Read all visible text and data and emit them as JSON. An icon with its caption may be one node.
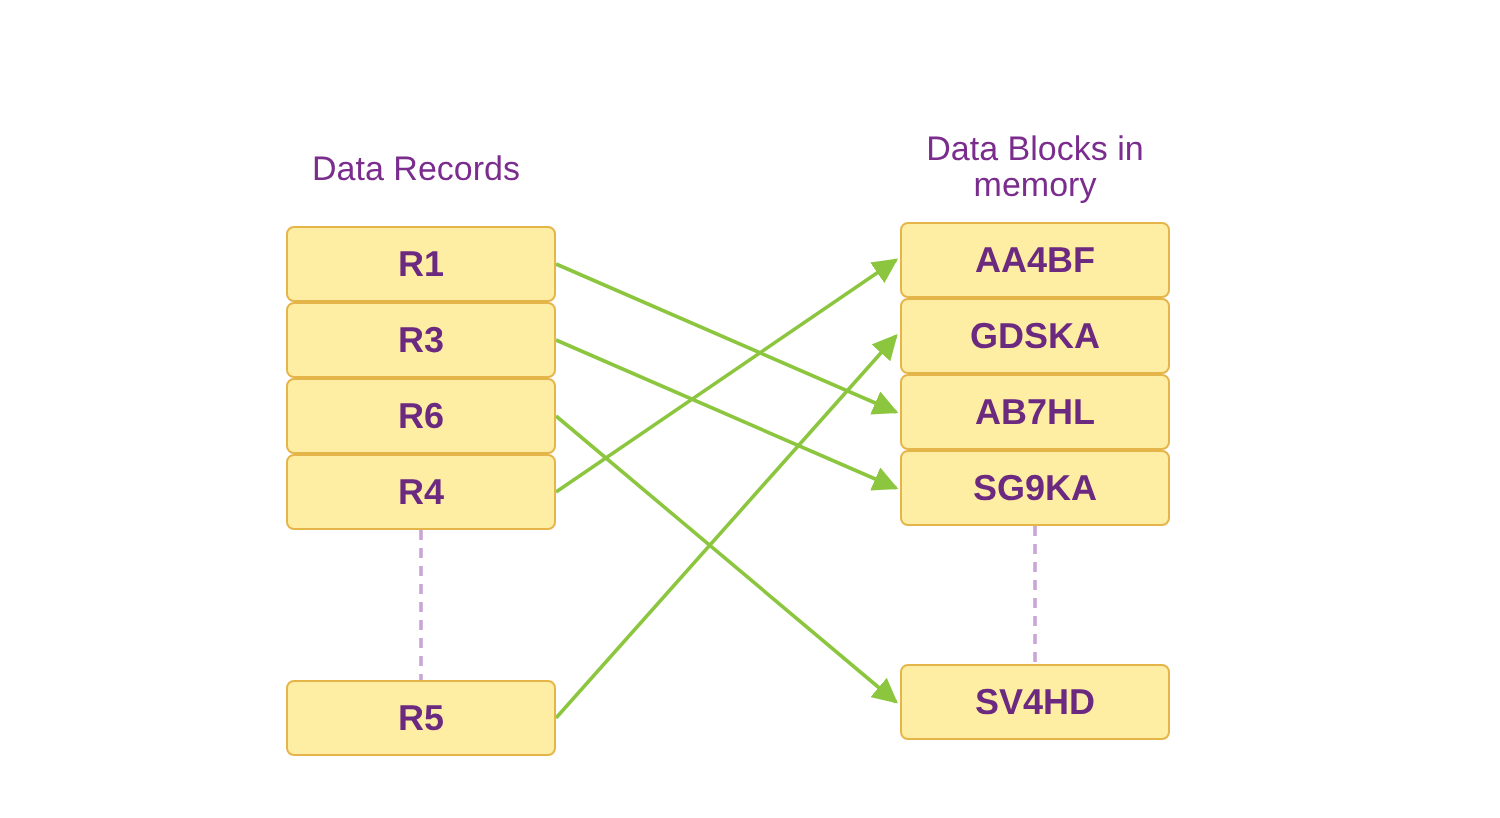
{
  "diagram": {
    "nodes": [
      {
        "text": [
          "R1"
        ]
      },
      {
        "text": [
          "R3"
        ]
      },
      {
        "text": [
          "R6"
        ]
      },
      {
        "text": [
          "R4"
        ]
      },
      {
        "text": [
          "R5"
        ]
      },
      {
        "text": [
          "AA4BF"
        ]
      },
      {
        "text": [
          "GDSKA"
        ]
      },
      {
        "text": [
          "AB7HL"
        ]
      },
      {
        "text": [
          "SG9KA"
        ]
      },
      {
        "text": [
          "SV4HD"
        ]
      }
    ],
    "edges": [
      {
        "from": 0,
        "to": 7,
        "arrow": "to"
      },
      {
        "from": 1,
        "to": 8,
        "arrow": "to"
      },
      {
        "from": 2,
        "to": 9,
        "arrow": "to"
      },
      {
        "from": 3,
        "to": 5,
        "arrow": "to"
      },
      {
        "from": 4,
        "to": 6,
        "arrow": "to"
      },
      {
        "from": 3,
        "to": 4,
        "arrow": "none",
        "style": "dashed",
        "color": "#c9a6d6"
      },
      {
        "from": 8,
        "to": 9,
        "arrow": "none",
        "style": "dashed",
        "color": "#c9a6d6"
      }
    ],
    "labels": [
      "Data Records",
      "Data Blocks in memory"
    ]
  }
}
